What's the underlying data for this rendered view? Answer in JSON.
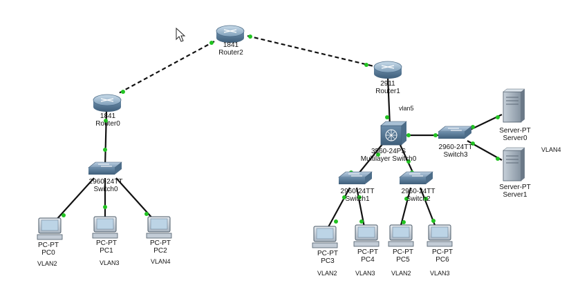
{
  "devices": {
    "router2": {
      "model": "1841",
      "name": "Router2"
    },
    "router0": {
      "model": "1841",
      "name": "Router0"
    },
    "router1": {
      "model": "2911",
      "name": "Router1"
    },
    "mls0": {
      "model": "3560-24PS",
      "name": "Multilayer Switch0"
    },
    "switch0": {
      "model": "2960-24TT",
      "name": "Switch0"
    },
    "switch1": {
      "model": "2960-24TT",
      "name": "Switch1"
    },
    "switch2": {
      "model": "2960-24TT",
      "name": "Switch2"
    },
    "switch3": {
      "model": "2960-24TT",
      "name": "Switch3"
    },
    "server0": {
      "model": "Server-PT",
      "name": "Server0"
    },
    "server1": {
      "model": "Server-PT",
      "name": "Server1"
    },
    "pc0": {
      "model": "PC-PT",
      "name": "PC0",
      "vlan": "VLAN2"
    },
    "pc1": {
      "model": "PC-PT",
      "name": "PC1",
      "vlan": "VLAN3"
    },
    "pc2": {
      "model": "PC-PT",
      "name": "PC2",
      "vlan": "VLAN4"
    },
    "pc3": {
      "model": "PC-PT",
      "name": "PC3",
      "vlan": "VLAN2"
    },
    "pc4": {
      "model": "PC-PT",
      "name": "PC4",
      "vlan": "VLAN3"
    },
    "pc5": {
      "model": "PC-PT",
      "name": "PC5",
      "vlan": "VLAN2"
    },
    "pc6": {
      "model": "PC-PT",
      "name": "PC6",
      "vlan": "VLAN3"
    }
  },
  "notes": {
    "vlan5": "vlan5",
    "vlan4": "VLAN4"
  },
  "colors": {
    "link": "#111111",
    "port_up": "#22c322",
    "router": "#6a8fb0",
    "switch": "#5f86a8",
    "device_body": "#d6dde4"
  },
  "icons": {
    "router": "router-icon",
    "switch": "switch-icon",
    "multilayer": "multilayer-switch-icon",
    "pc": "pc-icon",
    "server": "server-icon",
    "cursor": "mouse-cursor-icon"
  }
}
